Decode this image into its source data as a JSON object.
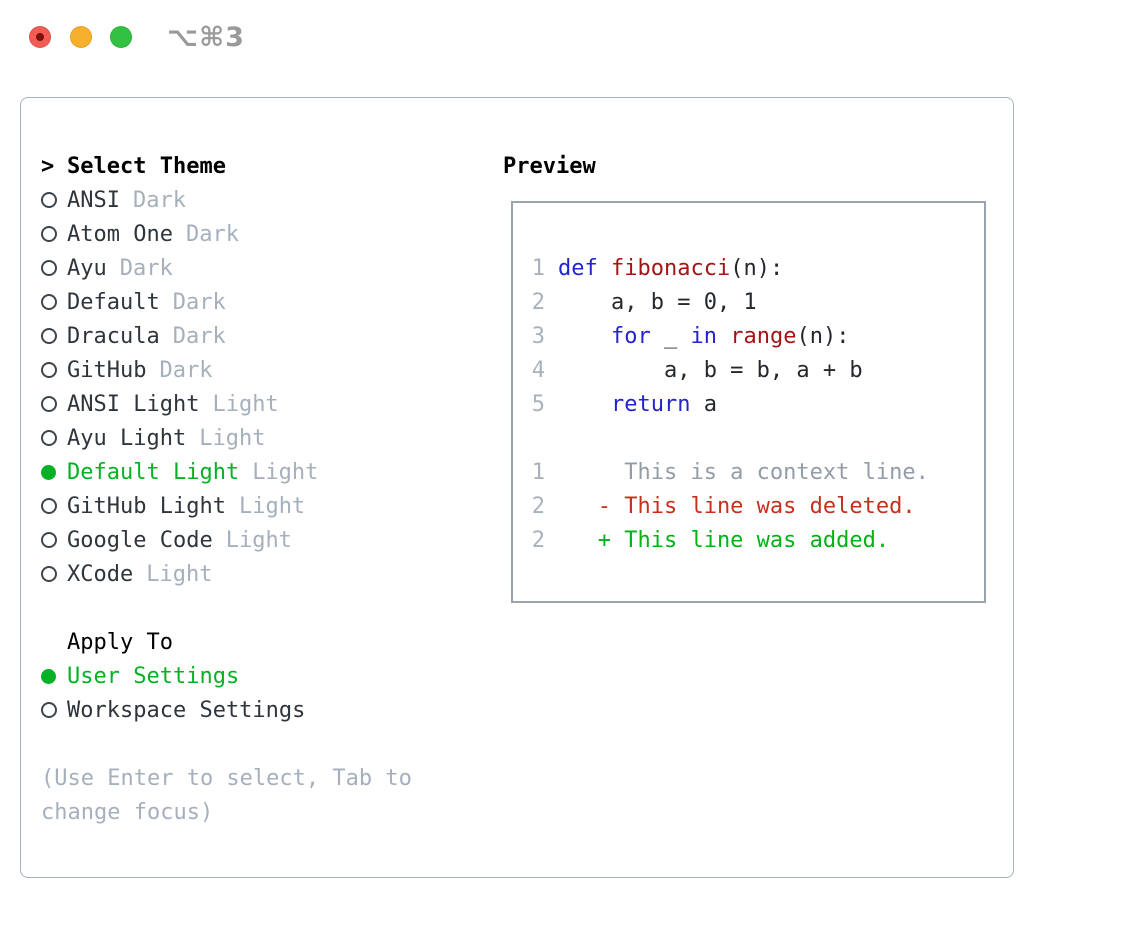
{
  "titlebar": {
    "shortcut": "⌥⌘3",
    "buttons": [
      "close",
      "minimize",
      "zoom"
    ]
  },
  "theme_picker": {
    "cursor": ">",
    "title": "Select Theme",
    "items": [
      {
        "name": "ANSI",
        "variant": "Dark",
        "selected": false
      },
      {
        "name": "Atom One",
        "variant": "Dark",
        "selected": false
      },
      {
        "name": "Ayu",
        "variant": "Dark",
        "selected": false
      },
      {
        "name": "Default",
        "variant": "Dark",
        "selected": false
      },
      {
        "name": "Dracula",
        "variant": "Dark",
        "selected": false
      },
      {
        "name": "GitHub",
        "variant": "Dark",
        "selected": false
      },
      {
        "name": "ANSI Light",
        "variant": "Light",
        "selected": false
      },
      {
        "name": "Ayu Light",
        "variant": "Light",
        "selected": false
      },
      {
        "name": "Default Light",
        "variant": "Light",
        "selected": true
      },
      {
        "name": "GitHub Light",
        "variant": "Light",
        "selected": false
      },
      {
        "name": "Google Code",
        "variant": "Light",
        "selected": false
      },
      {
        "name": "XCode",
        "variant": "Light",
        "selected": false
      }
    ]
  },
  "apply_to": {
    "title": "Apply To",
    "options": [
      {
        "label": "User Settings",
        "selected": true
      },
      {
        "label": "Workspace Settings",
        "selected": false
      }
    ]
  },
  "help_lines": [
    "(Use Enter to select, Tab to",
    "change focus)"
  ],
  "preview": {
    "title": "Preview",
    "code_lines": [
      {
        "number": "1",
        "segments": [
          {
            "text": "def",
            "token": "keyword"
          },
          {
            "text": " ",
            "token": "plain"
          },
          {
            "text": "fibonacci",
            "token": "function"
          },
          {
            "text": "(n):",
            "token": "plain"
          }
        ]
      },
      {
        "number": "2",
        "segments": [
          {
            "text": "    a, b = 0, 1",
            "token": "plain"
          }
        ]
      },
      {
        "number": "3",
        "segments": [
          {
            "text": "    ",
            "token": "plain"
          },
          {
            "text": "for",
            "token": "keyword"
          },
          {
            "text": " _ ",
            "token": "plain"
          },
          {
            "text": "in",
            "token": "keyword"
          },
          {
            "text": " ",
            "token": "plain"
          },
          {
            "text": "range",
            "token": "function"
          },
          {
            "text": "(n):",
            "token": "plain"
          }
        ]
      },
      {
        "number": "4",
        "segments": [
          {
            "text": "        a, b = b, a + b",
            "token": "plain"
          }
        ]
      },
      {
        "number": "5",
        "segments": [
          {
            "text": "    ",
            "token": "plain"
          },
          {
            "text": "return",
            "token": "keyword"
          },
          {
            "text": " a",
            "token": "plain"
          }
        ]
      },
      {
        "number": "",
        "segments": []
      },
      {
        "number": "1",
        "segments": [
          {
            "text": "     This is a context line.",
            "token": "muted"
          }
        ]
      },
      {
        "number": "2",
        "segments": [
          {
            "text": "   - This line was deleted.",
            "token": "deleted"
          }
        ]
      },
      {
        "number": "2",
        "segments": [
          {
            "text": "   + This line was added.",
            "token": "added"
          }
        ]
      }
    ]
  },
  "colors": {
    "selection_green": "#06b224",
    "added_green": "#00b418",
    "deleted_red": "#c6311c",
    "keyword_blue": "#2323cf",
    "function_maroon": "#a31515",
    "muted_gray": "#a6b0bc",
    "panel_border": "#a9b2bc",
    "traffic_red": "#f25c54",
    "traffic_yellow": "#f6b02c",
    "traffic_green": "#33c144"
  }
}
